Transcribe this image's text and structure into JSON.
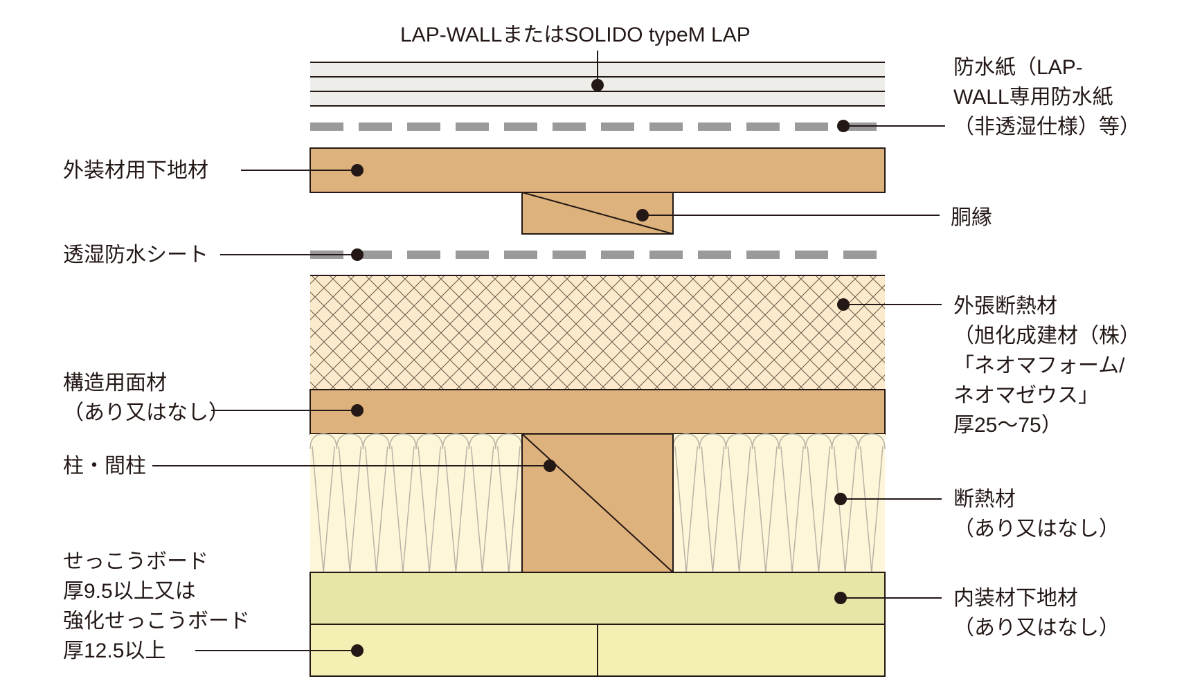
{
  "diagram": {
    "top_label": "LAP-WALLまたはSOLIDO typeM LAP",
    "labels": {
      "waterproof_paper": [
        "防水紙（LAP-",
        "WALL専用防水紙",
        "（非透湿仕様）等）"
      ],
      "exterior_furring": [
        "外装材用下地材"
      ],
      "batten": [
        "胴縁"
      ],
      "breathable_sheet": [
        "透湿防水シート"
      ],
      "exterior_insulation": [
        "外張断熱材",
        "（旭化成建材（株）",
        "「ネオマフォーム/",
        "ネオマゼウス」",
        "厚25〜75）"
      ],
      "structural_panel": [
        "構造用面材",
        "（あり又はなし）"
      ],
      "post": [
        "柱・間柱"
      ],
      "insulation": [
        "断熱材",
        "（あり又はなし）"
      ],
      "gypsum_board": [
        "せっこうボード",
        "厚9.5以上又は",
        "強化せっこうボード",
        "厚12.5以上"
      ],
      "interior_furring": [
        "内装材下地材",
        "（あり又はなし）"
      ]
    },
    "colors": {
      "ink": "#231815",
      "siding": "#efedea",
      "dash": "#9a9a9a",
      "wood": "#deb27c",
      "foam": "#fbeacb",
      "insulation": "#fdf6d8",
      "interior_furring": "#e7e6a6",
      "gypsum": "#f4f0b4"
    }
  }
}
